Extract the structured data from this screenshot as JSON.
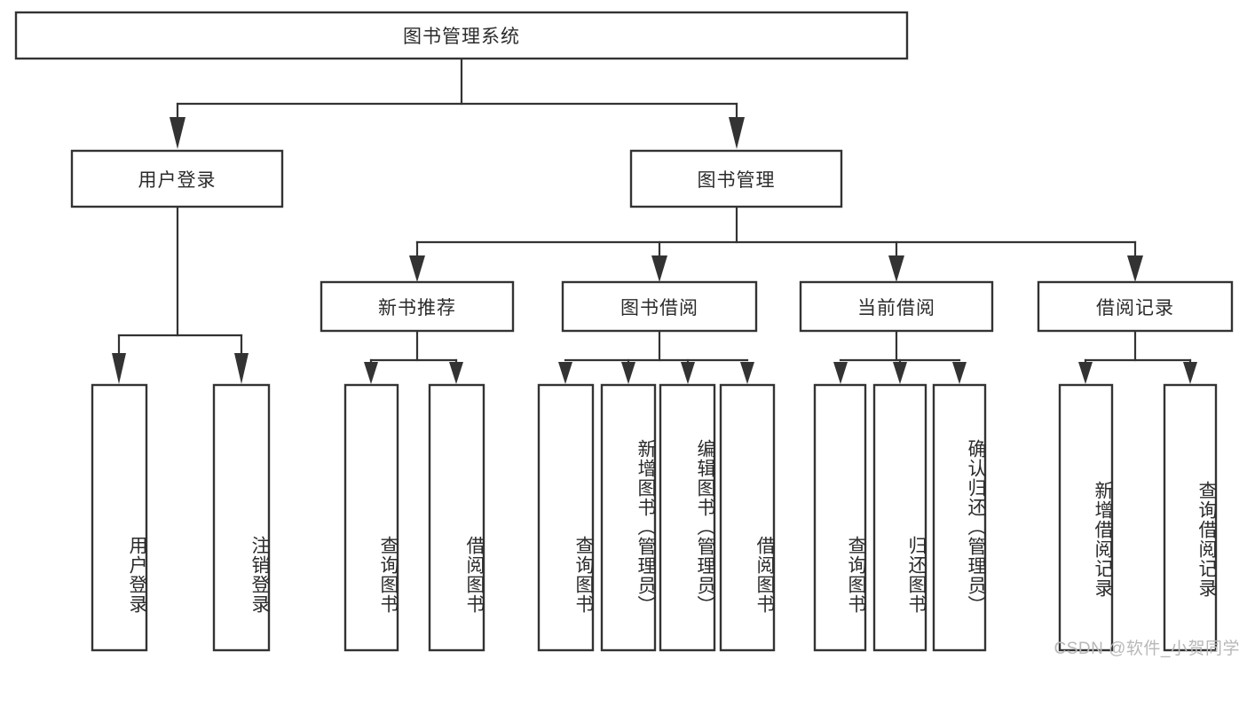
{
  "diagram": {
    "title": "图书管理系统",
    "type": "hierarchy-tree",
    "watermark": "CSDN @软件_小贺同学",
    "colors": {
      "stroke": "#333333",
      "fill": "#ffffff",
      "text": "#2b2b2b",
      "watermark": "#b8b8b8",
      "background": "#ffffff"
    },
    "root": {
      "label": "图书管理系统",
      "orientation": "horizontal"
    },
    "level2": [
      {
        "label": "用户登录",
        "orientation": "horizontal"
      },
      {
        "label": "图书管理",
        "orientation": "horizontal"
      }
    ],
    "level3": [
      {
        "label": "新书推荐",
        "orientation": "horizontal"
      },
      {
        "label": "图书借阅",
        "orientation": "horizontal"
      },
      {
        "label": "当前借阅",
        "orientation": "horizontal"
      },
      {
        "label": "借阅记录",
        "orientation": "horizontal"
      }
    ],
    "leaves": {
      "user_login": [
        {
          "label": "用户登录",
          "orientation": "vertical"
        },
        {
          "label": "注销登录",
          "orientation": "vertical"
        }
      ],
      "new_book_recommend": [
        {
          "label": "查询图书",
          "orientation": "vertical"
        },
        {
          "label": "借阅图书",
          "orientation": "vertical"
        }
      ],
      "book_borrow": [
        {
          "label": "查询图书",
          "orientation": "vertical"
        },
        {
          "label": "新增图书（管理员）",
          "orientation": "vertical"
        },
        {
          "label": "编辑图书（管理员）",
          "orientation": "vertical"
        },
        {
          "label": "借阅图书",
          "orientation": "vertical"
        }
      ],
      "current_borrow": [
        {
          "label": "查询图书",
          "orientation": "vertical"
        },
        {
          "label": "归还图书",
          "orientation": "vertical"
        },
        {
          "label": "确认归还（管理员）",
          "orientation": "vertical"
        }
      ],
      "borrow_record": [
        {
          "label": "新增借阅记录",
          "orientation": "vertical"
        },
        {
          "label": "查询借阅记录",
          "orientation": "vertical"
        }
      ]
    }
  }
}
